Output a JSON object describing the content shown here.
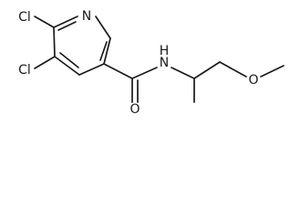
{
  "molecule": {
    "atoms": {
      "cl_top": "Cl",
      "cl_bottom": "Cl",
      "ring_n": "N",
      "amide_nh": "N",
      "amide_h": "H",
      "carbonyl_o": "O",
      "ether_o": "O"
    }
  }
}
